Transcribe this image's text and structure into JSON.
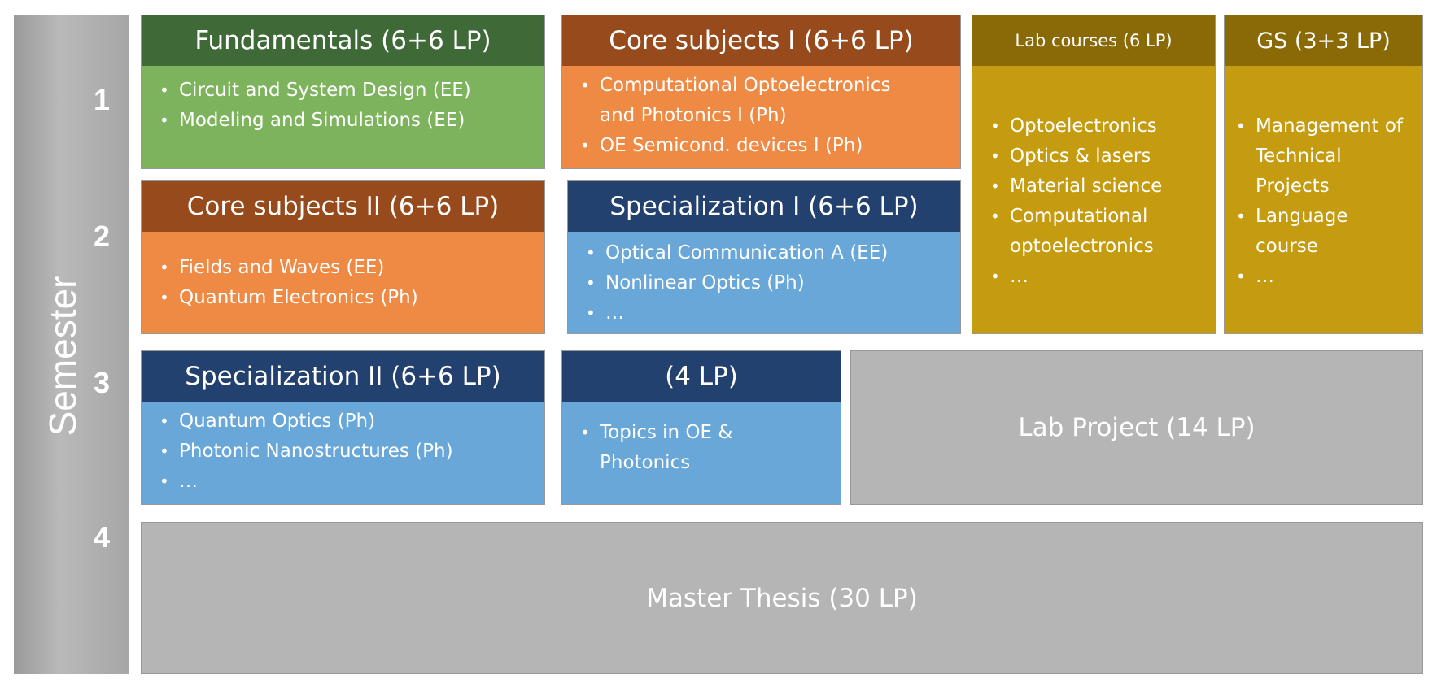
{
  "semester": {
    "title": "Semester",
    "numbers": [
      "1",
      "2",
      "3",
      "4"
    ]
  },
  "boxes": {
    "fundamentals": {
      "title": "Fundamentals  (6+6 LP)",
      "items": [
        "Circuit and System Design (EE)",
        "Modeling and Simulations (EE)"
      ]
    },
    "core1": {
      "title": "Core subjects I   (6+6 LP)",
      "items": [
        "Computational Optoelectronics and Photonics I (Ph)",
        "OE Semicond. devices I (Ph)"
      ]
    },
    "lab_courses": {
      "title": "Lab courses (6 LP)",
      "items": [
        "Optoelectronics",
        "Optics & lasers",
        "Material science",
        "Computational optoelectronics",
        "…"
      ]
    },
    "gs": {
      "title": "GS  (3+3 LP)",
      "items": [
        "Management of Technical Projects",
        "Language course",
        "…"
      ]
    },
    "core2": {
      "title": "Core subjects II   (6+6 LP)",
      "items": [
        "Fields and Waves (EE)",
        "Quantum Electronics (Ph)"
      ]
    },
    "spec1": {
      "title": "Specialization I   (6+6 LP)",
      "items": [
        "Optical Communication A (EE)",
        "Nonlinear Optics (Ph)",
        "…"
      ]
    },
    "spec2": {
      "title": "Specialization II   (6+6 LP)",
      "items": [
        "Quantum Optics  (Ph)",
        "Photonic Nanostructures (Ph)",
        "…"
      ]
    },
    "topics": {
      "title": "(4 LP)",
      "items": [
        "Topics in OE & Photonics"
      ]
    },
    "lab_project": {
      "label": "Lab Project   (14 LP)"
    },
    "master_thesis": {
      "label": "Master Thesis  (30 LP)"
    }
  },
  "colors": {
    "green_header": "#3f6a38",
    "green_body": "#7db35c",
    "orange_header": "#974a1c",
    "orange_body": "#ef8a45",
    "blue_header": "#23416e",
    "blue_body": "#6aa7d9",
    "gold_header": "#8a6a06",
    "gold_body": "#c59b0f",
    "gray_block": "#b5b5b5",
    "semester_bar": "#a6a6a6"
  }
}
